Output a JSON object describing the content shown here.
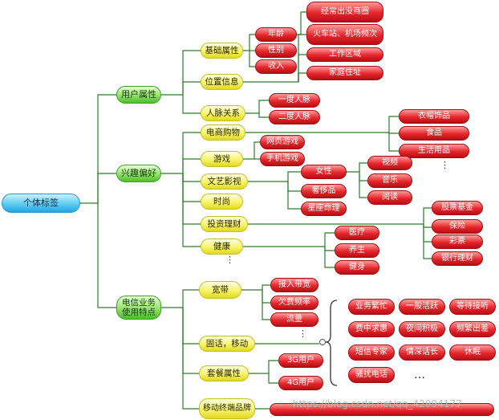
{
  "root": "个体标签",
  "categories": {
    "user": "用户属性",
    "interest": "兴趣偏好",
    "telecom": "电信业务\n使用特点"
  },
  "user_attrs": {
    "basic": "基础属性",
    "location": "位置信息",
    "social": "人脉关系",
    "age": "年龄",
    "gender": "性别",
    "income": "收入",
    "freq_area": "经常出没商圈",
    "station": "火车站、机场频次",
    "work_area": "工作区域",
    "home": "家庭住址",
    "first_degree": "一度人脉",
    "second_degree": "二度人脉"
  },
  "interests": {
    "ecommerce": "电商购物",
    "games": "游戏",
    "culture": "文艺影视",
    "fashion": "时尚",
    "invest": "投资理财",
    "health": "健康",
    "web_game": "网页游戏",
    "mobile_game": "手机游戏",
    "clothing": "衣帽饰品",
    "food": "食品",
    "daily": "生活用品",
    "female": "女性",
    "luxury": "奢侈品",
    "horoscope": "星座命理",
    "video": "视频",
    "music": "音乐",
    "reading": "阅读",
    "stocks": "股票基金",
    "insurance": "保险",
    "lottery": "彩票",
    "bank": "银行理财",
    "medical": "医疗",
    "wellness": "养生",
    "fitness": "健身"
  },
  "telecom": {
    "broadband": "宽带",
    "fixed_mobile": "固话，移动",
    "package": "套餐属性",
    "terminal": "移动终端品牌",
    "access": "接入带宽",
    "arrears": "欠费频率",
    "traffic": "流量",
    "g3": "3G用户",
    "g4": "4G用户",
    "busy": "业务繁忙",
    "general": "一般活跃",
    "waiting": "等待接听",
    "job_seek": "费中求惠",
    "night": "夜间积极",
    "trips": "频繁出差",
    "sms": "短信专家",
    "chat": "情深话长",
    "sleep": "休眠",
    "harass": "骚扰电话"
  },
  "ellipsis": "…",
  "ellipsis_v": "⋮",
  "watermark": "https://blog.csdn.net/qq_42994177"
}
